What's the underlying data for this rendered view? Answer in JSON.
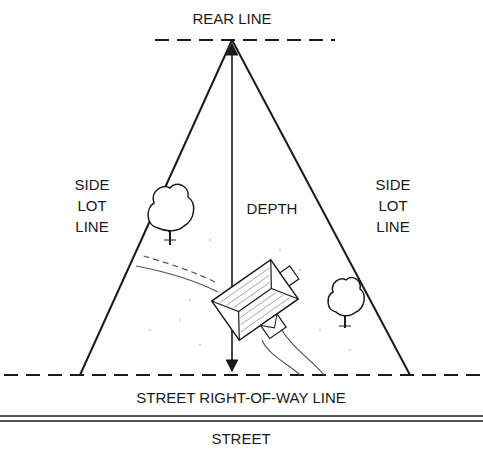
{
  "diagram": {
    "labels": [
      "REAR LINE",
      "SIDE LOT LINE",
      "DEPTH",
      "SIDE LOT LINE",
      "STREET RIGHT-OF-WAY LINE",
      "STREET"
    ]
  }
}
